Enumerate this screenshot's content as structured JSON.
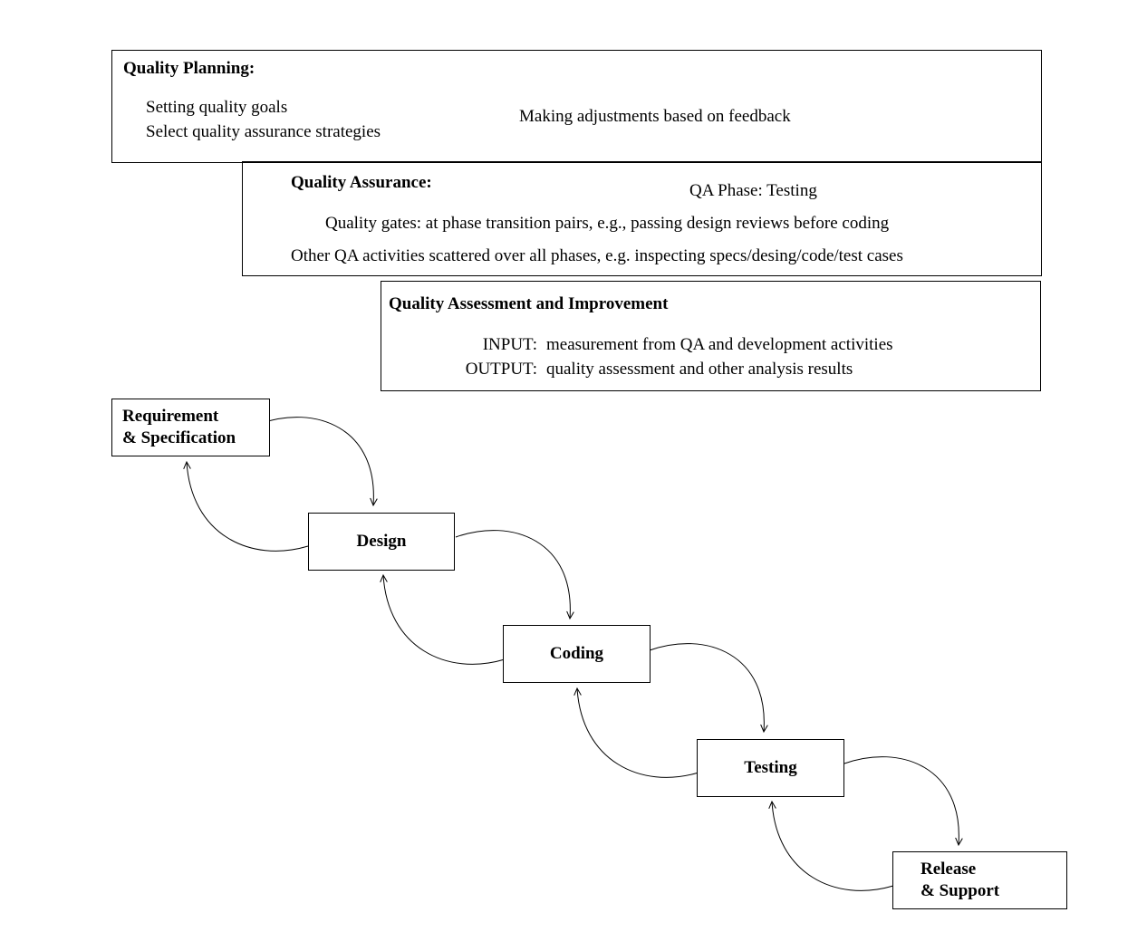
{
  "panels": {
    "planning": {
      "title": "Quality Planning:",
      "item1": "Setting quality goals",
      "item2": "Select quality assurance strategies",
      "note": "Making adjustments based on feedback"
    },
    "assurance": {
      "title": "Quality Assurance:",
      "note": "QA Phase: Testing",
      "item1": "Quality gates: at phase transition pairs, e.g., passing design reviews before coding",
      "item2": "Other QA activities scattered over all phases, e.g. inspecting specs/desing/code/test cases"
    },
    "assessment": {
      "title": "Quality Assessment and Improvement",
      "input_label": "INPUT:",
      "input_text": "measurement from QA and development activities",
      "output_label": "OUTPUT:",
      "output_text": "quality assessment and other analysis results"
    }
  },
  "phases": {
    "requirement": "Requirement\n& Specification",
    "design": "Design",
    "coding": "Coding",
    "testing": "Testing",
    "release": "Release\n& Support"
  }
}
